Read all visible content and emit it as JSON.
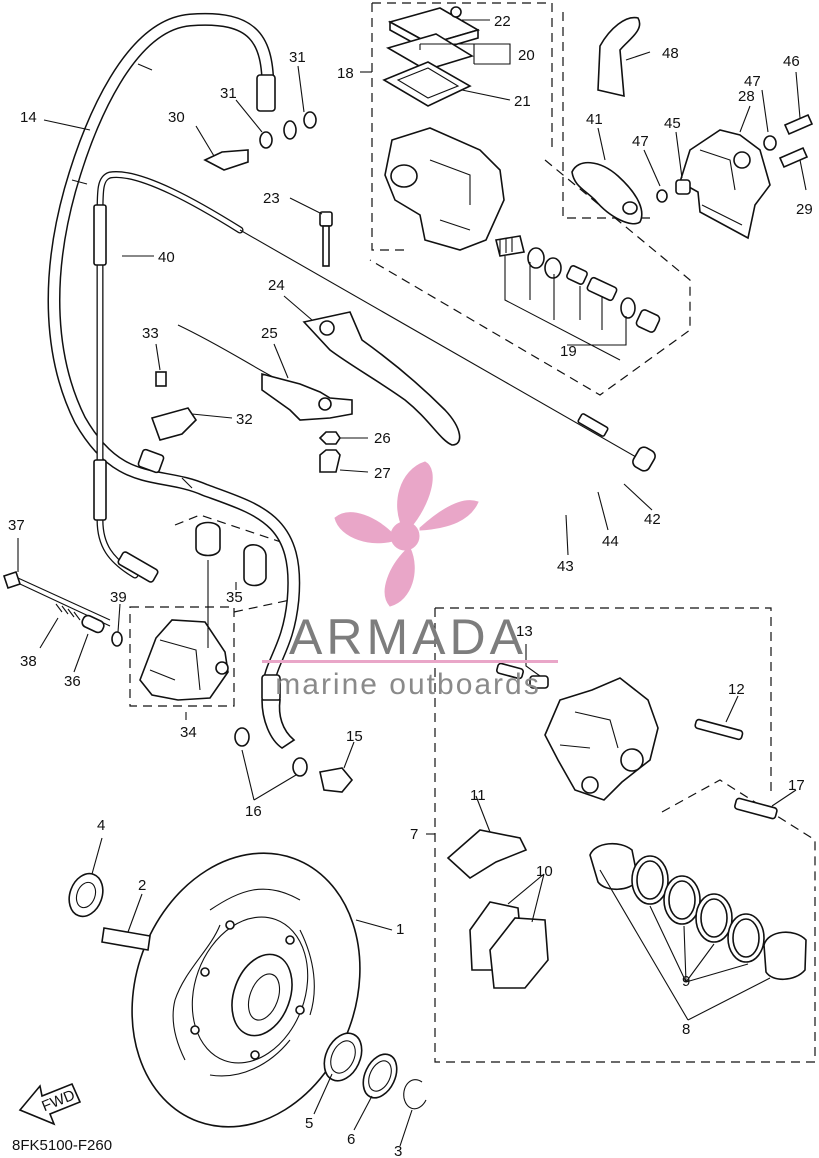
{
  "diagram_code": "8FK5100-F260",
  "fwd_label": "FWD",
  "watermark": {
    "brand": "ARMADA",
    "tagline": "marine outboards",
    "color": "#e9a6c8",
    "text_color": "#7d7d7d"
  },
  "callouts": {
    "c1": "1",
    "c2": "2",
    "c3": "3",
    "c4": "4",
    "c5": "5",
    "c6": "6",
    "c7": "7",
    "c8": "8",
    "c9": "9",
    "c10": "10",
    "c11": "11",
    "c12": "12",
    "c13": "13",
    "c14": "14",
    "c15": "15",
    "c16": "16",
    "c17": "17",
    "c18": "18",
    "c19": "19",
    "c20": "20",
    "c21": "21",
    "c22": "22",
    "c23": "23",
    "c24": "24",
    "c25": "25",
    "c26": "26",
    "c27": "27",
    "c28": "28",
    "c29": "29",
    "c30": "30",
    "c31a": "31",
    "c31b": "31",
    "c32": "32",
    "c33": "33",
    "c34": "34",
    "c35": "35",
    "c36": "36",
    "c37": "37",
    "c38": "38",
    "c39": "39",
    "c40": "40",
    "c41": "41",
    "c42": "42",
    "c43": "43",
    "c44": "44",
    "c45": "45",
    "c46": "46",
    "c47a": "47",
    "c47b": "47",
    "c48": "48"
  }
}
